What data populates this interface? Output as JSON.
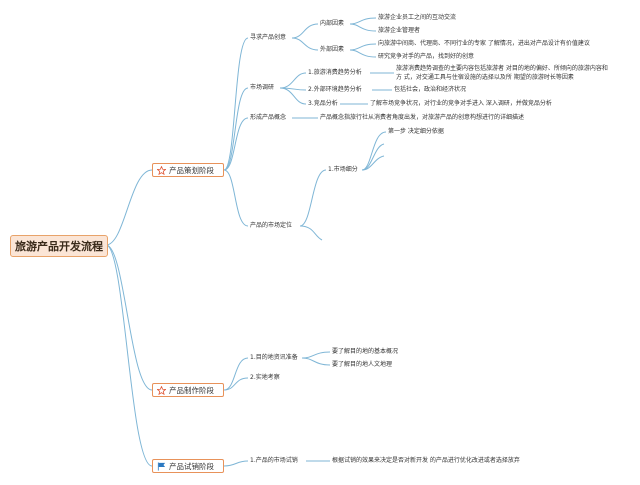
{
  "root": {
    "label": "旅游产品开发流程"
  },
  "stages": {
    "planning": {
      "label": "产品策划阶段",
      "icon": "star-icon"
    },
    "production": {
      "label": "产品制作阶段",
      "icon": "star-icon"
    },
    "trial": {
      "label": "产品试销阶段",
      "icon": "flag-icon"
    }
  },
  "planning": {
    "seek_ideas": "寻求产品创意",
    "internal_factors": "内部因素",
    "internal_1": "旅游企业员工之间的互动交流",
    "internal_2": "旅游企业管理者",
    "external_factors": "外部因素",
    "external_1": "向旅游中间商、代理商、不同行业的专家 了解情况，进出对产品设计有价值建议",
    "external_2": "研究竞争对手的产品，找到好的创意",
    "market_research": "市场调研",
    "mr_1": "1.旅游消费趋势分析",
    "mr_1_detail_1": "旅游消费趋势调查的主要内容包括旅游者 对目的地的偏好、所倾向的旅游内容和",
    "mr_1_detail_2": "方 式，对交通工具与住宿设施的选择以及所 期望的旅游时长等因素",
    "mr_2": "2.外部环境趋势分析",
    "mr_2_detail": "包括社会，政治和经济状况",
    "mr_3": "3.竞品分析",
    "mr_3_detail": "了解市场竞争状况，对行业的竞争对手进入 深入调研，并做竞品分析",
    "concept": "形成产品概念",
    "concept_detail": "产品概念指旅行社从消费者角度出发，对旅游产品的创意构想进行的详细描述",
    "positioning": "产品的市场定位",
    "segmentation": "1.市场细分",
    "segmentation_1": "第一步 决定细分依据"
  },
  "production": {
    "prep": "1.目的地资讯准备",
    "prep_1": "要了解目的地的基本概况",
    "prep_2": "要了解目的地人文地理",
    "survey": "2.实地考察"
  },
  "trial": {
    "market_trial": "1.产品的市场试销",
    "market_trial_detail": "根据试销的效果来决定是否对新开发 的产品进行优化改进或者选择放弃"
  },
  "colors": {
    "branch_line": "#7fb6d6",
    "stage_border": "#e8925a",
    "root_fill": "#fbe5d6",
    "root_border": "#e8a36a",
    "star": "#e05a3a",
    "flag": "#2b79c2"
  }
}
